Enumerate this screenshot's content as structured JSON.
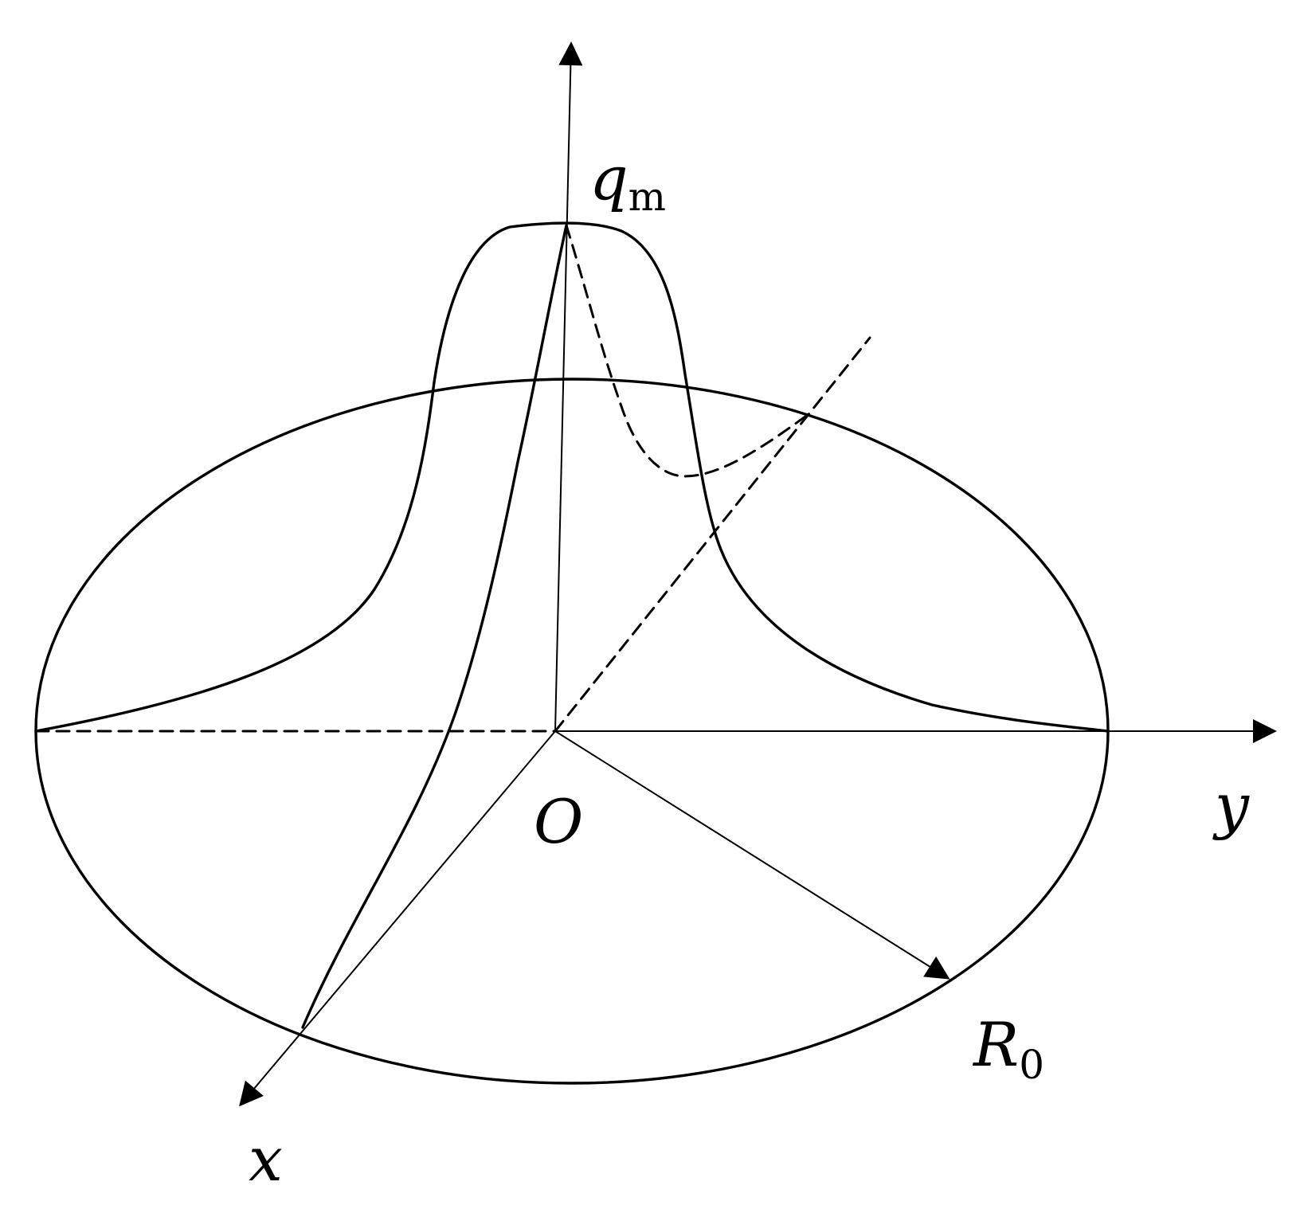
{
  "labels": {
    "peak": "q",
    "peak_sub": "m",
    "origin": "O",
    "y_axis": "y",
    "x_axis": "x",
    "radius": "R",
    "radius_sub": "0"
  },
  "colors": {
    "ink": "#000000",
    "background": "#ffffff"
  }
}
